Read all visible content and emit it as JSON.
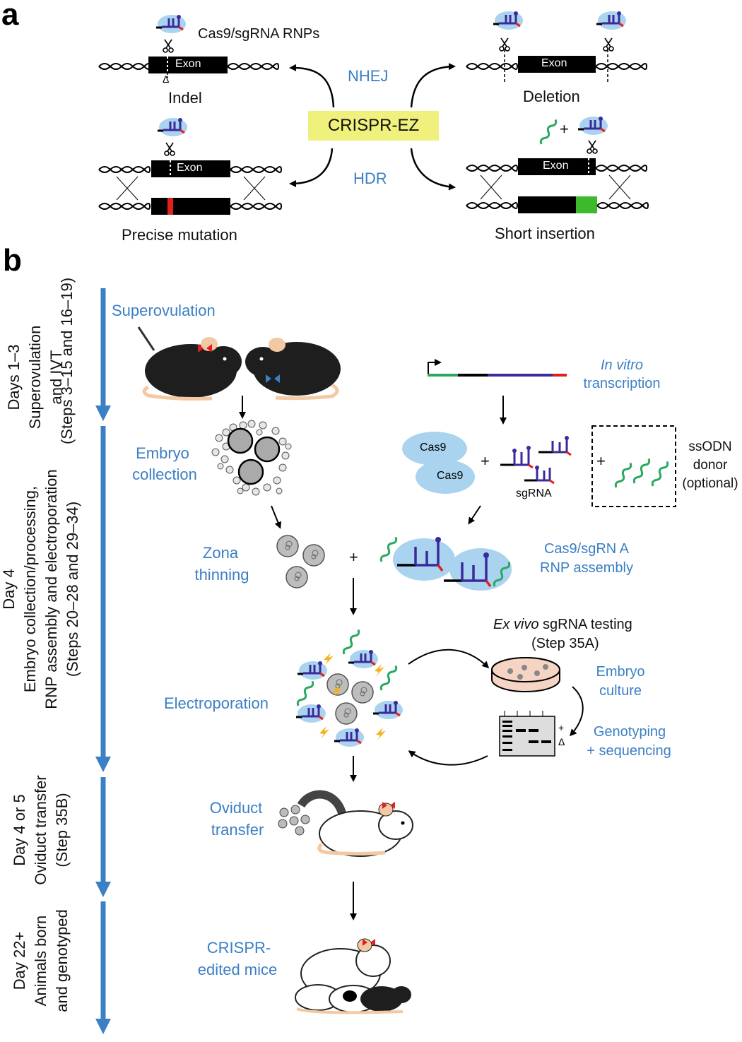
{
  "panel_a": {
    "label": "a",
    "center_box": "CRISPR-EZ",
    "nhej": "NHEJ",
    "hdr": "HDR",
    "rnp_label": "Cas9/sgRNA RNPs",
    "exon": "Exon",
    "delta": "Δ",
    "plus": "+",
    "outcomes": {
      "indel": "Indel",
      "deletion": "Deletion",
      "precise": "Precise mutation",
      "insertion": "Short insertion"
    },
    "colors": {
      "mutation": "#e02020",
      "insertion": "#3cba2c",
      "highlight": "#f0f07c",
      "dna": "#000000"
    }
  },
  "panel_b": {
    "label": "b",
    "timeline": [
      {
        "line1": "Days 1–3",
        "line2": "Superovulation",
        "line3": "and IVT",
        "line4": "(Steps 3–15 and 16–19)"
      },
      {
        "line1": "Day 4",
        "line2": "Embryo collection/processing,",
        "line3": "RNP assembly and electroporation",
        "line4": "(Steps 20–28 and 29–34)"
      },
      {
        "line1": "Day 4 or 5",
        "line2": "Oviduct transfer",
        "line3": "(Step 35B)"
      },
      {
        "line1": "Day 22+",
        "line2": "Animals born",
        "line3": "and genotyped"
      }
    ],
    "steps": {
      "superovulation": "Superovulation",
      "ivt_1": "In vitro",
      "ivt_2": "transcription",
      "embryo_collection_1": "Embryo",
      "embryo_collection_2": "collection",
      "cas9": "Cas9",
      "sgrna": "sgRNA",
      "ssodn_1": "ssODN",
      "ssodn_2": "donor",
      "ssodn_3": "(optional)",
      "zona_1": "Zona",
      "zona_2": "thinning",
      "rnp_assembly_1": "Cas9/sgRN A",
      "rnp_assembly_2": "RNP assembly",
      "exvivo_1_italic": "Ex vivo",
      "exvivo_1_rest": " sgRNA testing",
      "exvivo_2": "(Step 35A)",
      "electroporation": "Electroporation",
      "embryo_culture_1": "Embryo",
      "embryo_culture_2": "culture",
      "genotyping_1": "Genotyping",
      "genotyping_2": "+ sequencing",
      "oviduct_1": "Oviduct",
      "oviduct_2": "transfer",
      "edited_1": "CRISPR-",
      "edited_2": "edited mice",
      "plus": "+",
      "gel_plus": "+",
      "gel_delta": "Δ"
    },
    "colors": {
      "text_blue": "#3b7fc4",
      "timeline": "#3b7fc4",
      "cas9": "#a9d3ee",
      "sgrna": "#3a2a9c",
      "donor": "#2aa860"
    }
  }
}
